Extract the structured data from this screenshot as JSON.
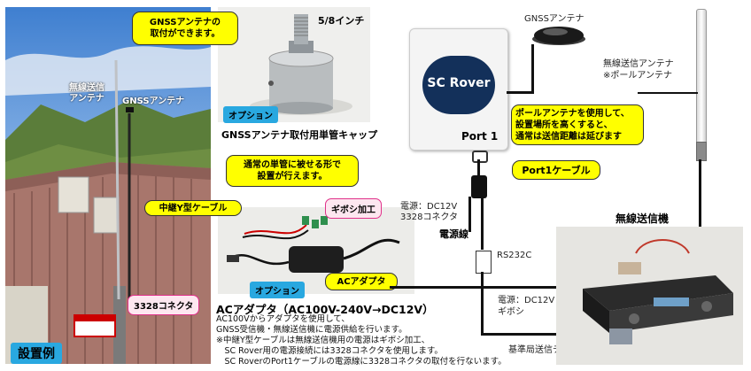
{
  "left_photo": {
    "label_radio_antenna": "無線送信\nアンテナ",
    "label_gnss_antenna": "GNSSアンテナ",
    "caption": "設置例"
  },
  "cap_photo": {
    "callout": "GNSSアンテナの\n取付ができます。",
    "size_label": "5/8インチ",
    "option_tag": "オプション",
    "title": "GNSSアンテナ取付用単管キャップ",
    "note": "通常の単管に被せる形で\n設置が行えます。"
  },
  "adapter": {
    "y_cable": "中継Y型ケーブル",
    "gibosi": "ギボシ加工",
    "connector_3328": "3328コネクタ",
    "option_tag": "オプション",
    "ac_adapter": "ACアダプタ",
    "heading": "ACアダプタ（AC100V-240V→DC12V）",
    "desc_lines": [
      "AC100Vからアダプタを使用して、",
      "GNSS受信機・無線送信機に電源供給を行います。",
      "※中継Y型ケーブルは無線送信機用の電源はギボシ加工、",
      "　SC Rover用の電源接続には3328コネクタを使用します。",
      "　SC RoverのPort1ケーブルの電源線に3328コネクタの取付を行ないます。"
    ]
  },
  "rover": {
    "name": "SC Rover",
    "port": "Port 1"
  },
  "gnss_top": {
    "label": "GNSSアンテナ"
  },
  "pole": {
    "label": "無線送信アンテナ\n※ポールアンテナ",
    "note": "ポールアンテナを使用して、\n設置場所を高くすると、\n通常は送信距離は延びます"
  },
  "cable": {
    "port1": "Port1ケーブル",
    "power_in": "電源：DC12V\n3328コネクタ",
    "power_line": "電源線",
    "rs232c": "RS232C",
    "power_radio": "電源：DC12V\nギボシ",
    "ref_data": "基準局送信データ"
  },
  "radio": {
    "title": "無線送信機"
  }
}
